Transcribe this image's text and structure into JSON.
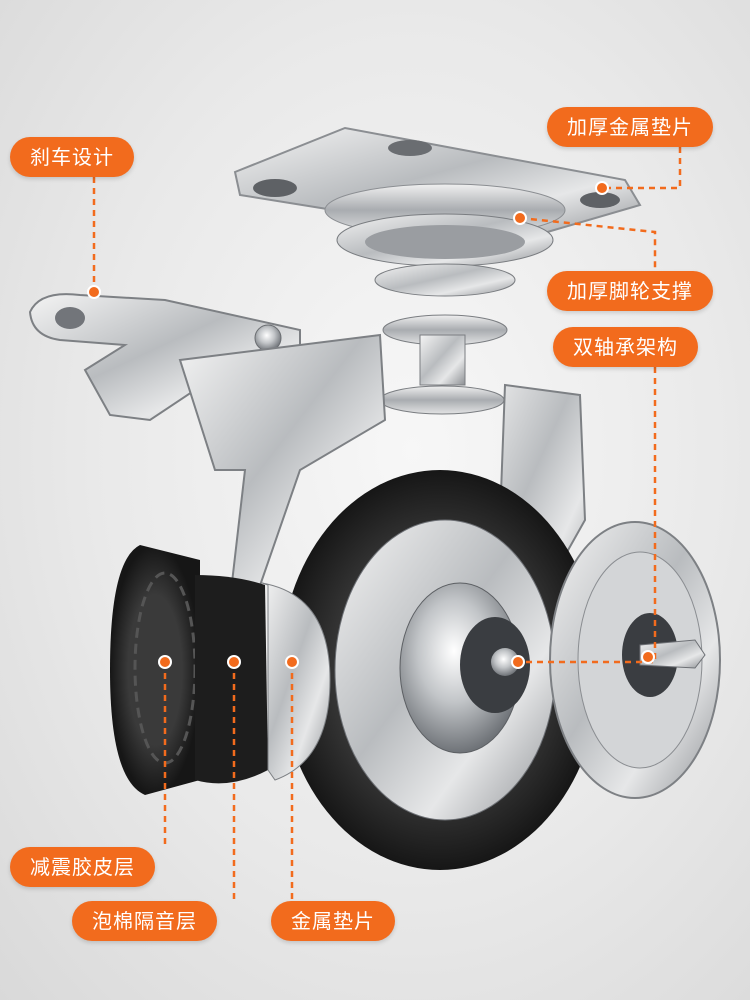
{
  "accent_color": "#f26b1d",
  "callouts": {
    "brake": "刹车设计",
    "metal_plate": "加厚金属垫片",
    "caster_support": "加厚脚轮支撑",
    "dual_axle": "双轴承架构",
    "rubber_layer": "减震胶皮层",
    "foam_layer": "泡棉隔音层",
    "metal_shim": "金属垫片"
  }
}
